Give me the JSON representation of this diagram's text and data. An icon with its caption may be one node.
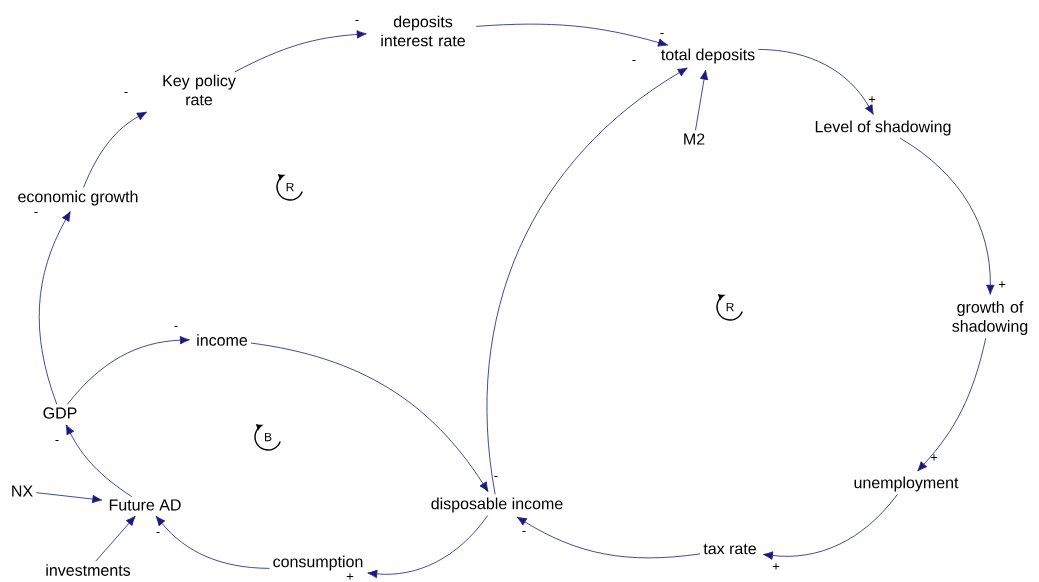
{
  "diagram": {
    "nodes": [
      {
        "text": [
          "deposits interest rate"
        ]
      },
      {
        "text": [
          "Key policy rate"
        ]
      },
      {
        "text": [
          "total deposits"
        ]
      },
      {
        "text": [
          "M2"
        ]
      },
      {
        "text": [
          "Level of shadowing"
        ]
      },
      {
        "text": [
          "economic growth"
        ]
      },
      {
        "text": [
          "growth of shadowing"
        ]
      },
      {
        "text": [
          "income"
        ]
      },
      {
        "text": [
          "GDP"
        ]
      },
      {
        "text": [
          "NX"
        ]
      },
      {
        "text": [
          "Future AD"
        ]
      },
      {
        "text": [
          "disposable income"
        ]
      },
      {
        "text": [
          "unemployment"
        ]
      },
      {
        "text": [
          "investments"
        ]
      },
      {
        "text": [
          "consumption"
        ]
      },
      {
        "text": [
          "tax rate"
        ]
      }
    ],
    "edges": [
      {
        "from": 1,
        "to": 0,
        "arrow": "to",
        "label": "-"
      },
      {
        "from": 0,
        "to": 2,
        "arrow": "to",
        "label": "-"
      },
      {
        "from": 2,
        "to": 4,
        "arrow": "to",
        "label": "+"
      },
      {
        "from": 3,
        "to": 2,
        "arrow": "to"
      },
      {
        "from": 4,
        "to": 6,
        "arrow": "to",
        "label": "+"
      },
      {
        "from": 6,
        "to": 12,
        "arrow": "to",
        "label": "+"
      },
      {
        "from": 12,
        "to": 15,
        "arrow": "to",
        "label": "+"
      },
      {
        "from": 15,
        "to": 11,
        "arrow": "to",
        "label": "-"
      },
      {
        "from": 11,
        "to": 2,
        "arrow": "to",
        "label": "-"
      },
      {
        "from": 7,
        "to": 11,
        "arrow": "to",
        "label": "-"
      },
      {
        "from": 8,
        "to": 7,
        "arrow": "to",
        "label": "-"
      },
      {
        "from": 8,
        "to": 5,
        "arrow": "to",
        "label": "-"
      },
      {
        "from": 5,
        "to": 1,
        "arrow": "to",
        "label": "-"
      },
      {
        "from": 10,
        "to": 8,
        "arrow": "to",
        "label": "-"
      },
      {
        "from": 9,
        "to": 10,
        "arrow": "to"
      },
      {
        "from": 13,
        "to": 10,
        "arrow": "to"
      },
      {
        "from": 11,
        "to": 14,
        "arrow": "to",
        "label": "+"
      },
      {
        "from": 14,
        "to": 10,
        "arrow": "to",
        "label": "-"
      }
    ],
    "labels": [
      "R",
      "R",
      "B"
    ]
  }
}
